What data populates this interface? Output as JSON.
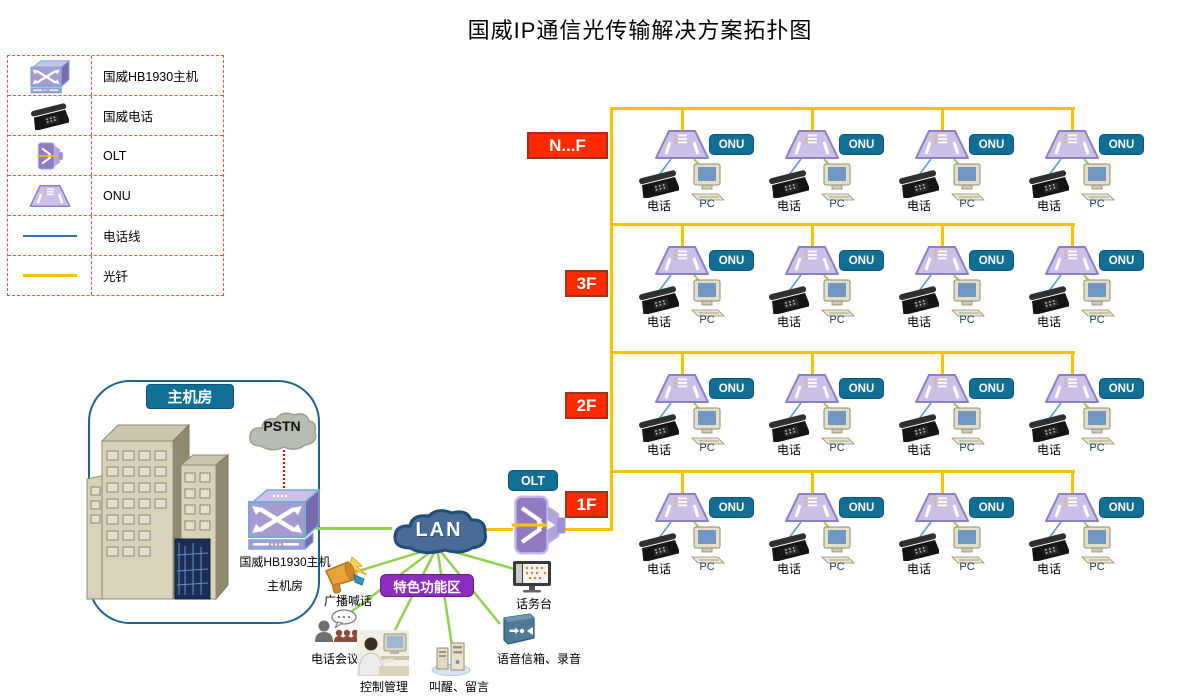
{
  "title": "国威IP通信光传输解决方案拓扑图",
  "legend": {
    "items": [
      {
        "icon": "hb1930-switch-icon",
        "label": "国威HB1930主机"
      },
      {
        "icon": "telephone-icon",
        "label": "国威电话"
      },
      {
        "icon": "olt-icon",
        "label": "OLT"
      },
      {
        "icon": "onu-icon",
        "label": "ONU"
      },
      {
        "icon": "phone-line-sample",
        "label": "电话线"
      },
      {
        "icon": "fiber-line-sample",
        "label": "光钎"
      }
    ]
  },
  "machine_room": {
    "label": "主机房",
    "pstn_label": "PSTN",
    "switch_line1": "国威HB1930主机",
    "switch_line2": "主机房"
  },
  "lan": {
    "label": "LAN"
  },
  "olt": {
    "label": "OLT"
  },
  "floors": [
    {
      "label": "N...F"
    },
    {
      "label": "3F"
    },
    {
      "label": "2F"
    },
    {
      "label": "1F"
    }
  ],
  "onus_per_floor": 4,
  "unit_labels": {
    "onu": "ONU",
    "phone": "电话",
    "pc": "PC"
  },
  "features": {
    "zone_label": "特色功能区",
    "items": [
      {
        "icon": "megaphone-icon",
        "label": "广播喊话"
      },
      {
        "icon": "operator-console-icon",
        "label": "话务台"
      },
      {
        "icon": "conference-icon",
        "label": "电话会议"
      },
      {
        "icon": "control-desk-icon",
        "label": "控制管理"
      },
      {
        "icon": "wakeup-message-icon",
        "label": "叫醒、留言"
      },
      {
        "icon": "voicemail-record-icon",
        "label": "语音信箱、录音"
      }
    ]
  },
  "colors": {
    "fiber_line": "#FFC000",
    "phone_line": "#2E74B5",
    "phone_link": "#5B9BD5",
    "lan_link_green": "#92D050",
    "floor_tag_red": "#FF2A00",
    "device_label_teal": "#116E94",
    "feature_zone_purple": "#8E2BC0",
    "legend_border": "#FF4F2E",
    "room_border": "#1F6391",
    "lan_cloud": "#4A6B96",
    "pstn_cloud": "#B7BDB1"
  }
}
